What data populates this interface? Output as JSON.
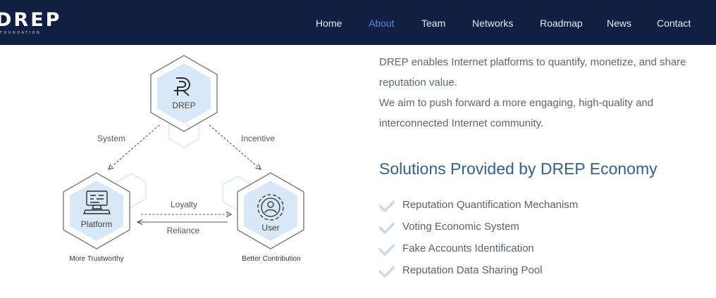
{
  "brand": {
    "logo_text": "DREP",
    "logo_subtext": "FOUNDATION"
  },
  "nav": {
    "items": [
      {
        "label": "Home",
        "active": false
      },
      {
        "label": "About",
        "active": true
      },
      {
        "label": "Team",
        "active": false
      },
      {
        "label": "Networks",
        "active": false
      },
      {
        "label": "Roadmap",
        "active": false
      },
      {
        "label": "News",
        "active": false
      },
      {
        "label": "Contact",
        "active": false
      }
    ]
  },
  "diagram": {
    "top_node": "DREP",
    "left_node": "Platform",
    "right_node": "User",
    "arrow_left": "System",
    "arrow_right": "Incentive",
    "arrow_forward": "Loyalty",
    "arrow_back": "Reliance",
    "left_caption": "More Trustworthy",
    "right_caption": "Better Contribution"
  },
  "intro": {
    "paragraph_1": "DREP enables Internet platforms to quantify, monetize, and share reputation value.",
    "paragraph_2": "We aim to push forward a more engaging, high-quality and interconnected Internet community."
  },
  "solutions": {
    "title": "Solutions Provided by DREP Economy",
    "items": [
      "Reputation Quantification Mechanism",
      "Voting Economic System",
      "Fake Accounts Identification",
      "Reputation Data Sharing Pool"
    ]
  },
  "colors": {
    "navbar_bg": "#101f42",
    "nav_active": "#4d8fd6",
    "title_blue": "#2f6291",
    "hex_fill": "#d8e8f6",
    "check_color": "#c5dcf0",
    "body_text": "#5f6670"
  },
  "icons": [
    "drep-logo-icon",
    "computer-icon",
    "user-network-icon",
    "check-icon"
  ]
}
